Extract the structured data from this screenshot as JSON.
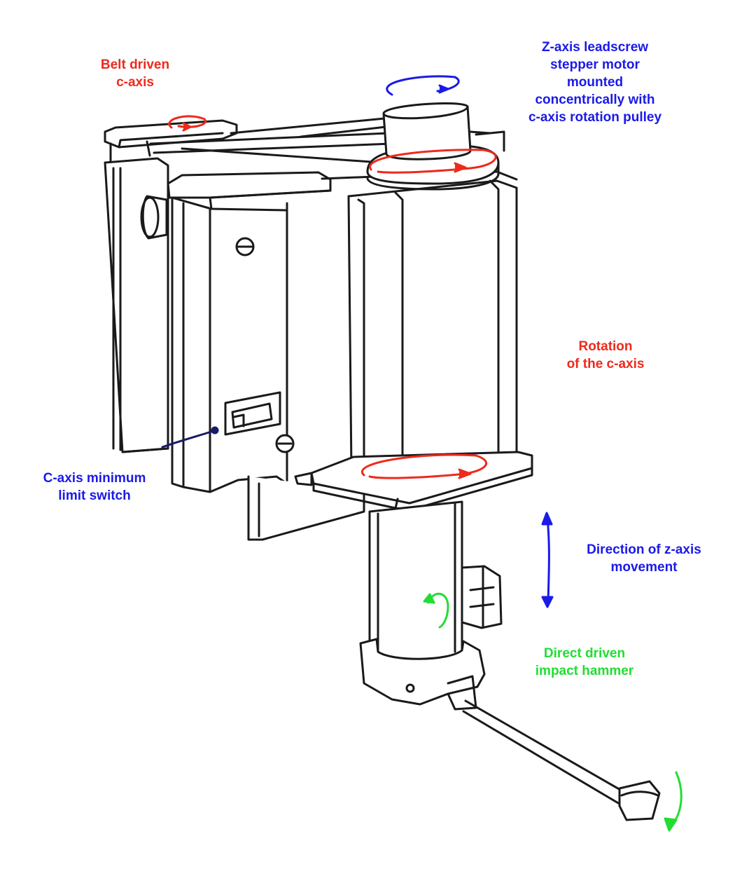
{
  "colors": {
    "red": "#ee2a1c",
    "blue": "#1a1ae8",
    "green": "#22dd33",
    "ink": "#1a1a1a"
  },
  "labels": {
    "belt_driven": [
      "Belt driven",
      "c-axis"
    ],
    "z_motor": [
      "Z-axis leadscrew",
      "stepper motor",
      "mounted",
      "concentrically with",
      "c-axis rotation pulley"
    ],
    "rotation": [
      "Rotation",
      "of the c-axis"
    ],
    "limit_switch": [
      "C-axis minimum",
      "limit switch"
    ],
    "z_direction": [
      "Direction of z-axis",
      "movement"
    ],
    "impact_hammer": [
      "Direct driven",
      "impact hammer"
    ]
  }
}
